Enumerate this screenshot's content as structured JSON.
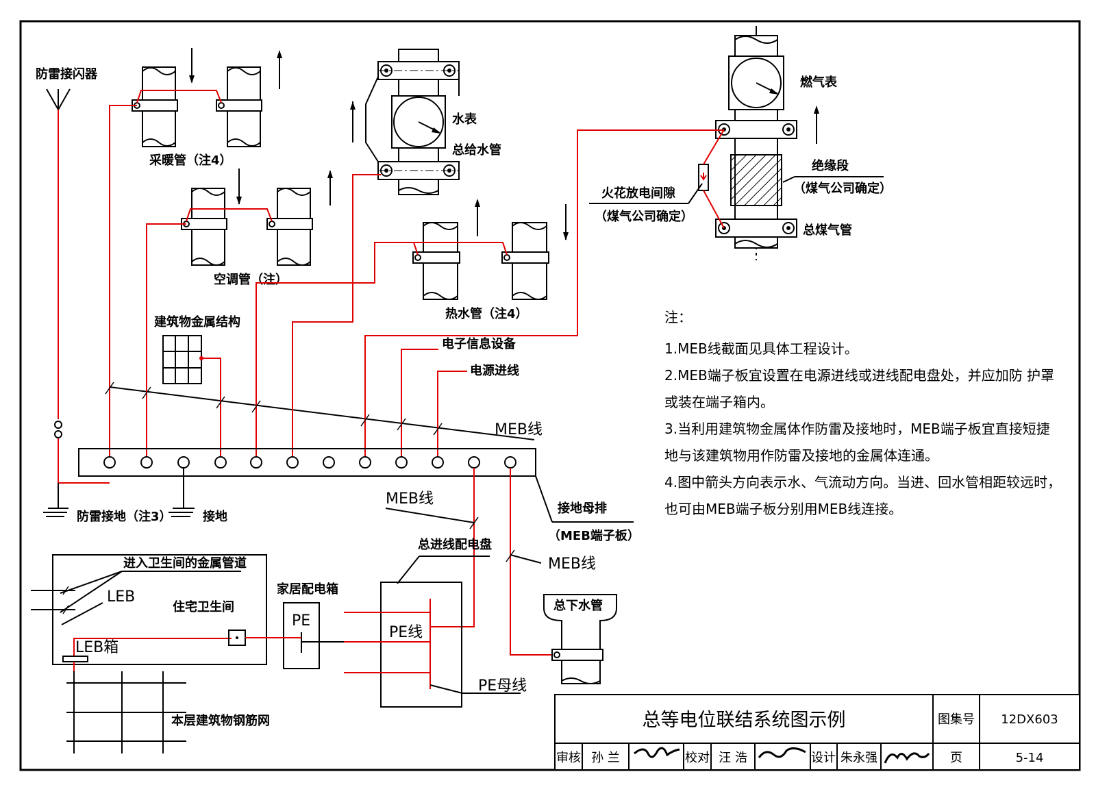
{
  "labels": {
    "lightning_rod": "防雷接闪器",
    "heating_pipe": "采暖管（注4）",
    "ac_pipe": "空调管（注）",
    "water_meter": "水表",
    "main_water_pipe": "总给水管",
    "gas_meter": "燃气表",
    "insulation_section": "绝缘段",
    "insulation_section_note": "（煤气公司确定）",
    "spark_gap": "火花放电间隙",
    "spark_gap_note": "（煤气公司确定）",
    "main_gas_pipe": "总煤气管",
    "hot_water_pipe": "热水管（注4）",
    "building_metal": "建筑物金属结构",
    "electronic_equipment": "电子信息设备",
    "power_incoming": "电源进线",
    "meb_line_1": "MEB线",
    "meb_line_2": "MEB线",
    "meb_line_3": "MEB线",
    "lightning_ground": "防雷接地（注3）",
    "ground": "接地",
    "ground_bus": "接地母排",
    "meb_terminal": "（MEB端子板）",
    "bathroom_metal_pipes": "进入卫生间的金属管道",
    "leb": "LEB",
    "residential_bathroom": "住宅卫生间",
    "leb_box": "LEB箱",
    "rebar_mesh": "本层建筑物钢筋网",
    "home_distribution_box": "家居配电箱",
    "pe": "PE",
    "main_distribution_panel": "总进线配电盘",
    "pe_line": "PE线",
    "pe_busbar": "PE母线",
    "main_drain_pipe": "总下水管"
  },
  "notes": {
    "heading": "注：",
    "lines": [
      "1.MEB线截面见具体工程设计。",
      "2.MEB端子板宜设置在电源进线或进线配电盘处，并应加防  护罩",
      "   或装在端子箱内。",
      "3.当利用建筑物金属体作防雷及接地时，MEB端子板宜直接短捷",
      "   地与该建筑物用作防雷及接地的金属体连通。",
      "4.图中箭头方向表示水、气流动方向。当进、回水管相距较远时，",
      "   也可由MEB端子板分别用MEB线连接。"
    ]
  },
  "title_block": {
    "title": "总等电位联结系统图示例",
    "atlas_label": "图集号",
    "atlas_no": "12DX603",
    "review_label": "审核",
    "reviewer": "孙  兰",
    "check_label": "校对",
    "checker": "汪  浩",
    "design_label": "设计",
    "designer": "朱永强",
    "page_label": "页",
    "page_no": "5-14"
  },
  "colors": {
    "bonding_line": "#e00000",
    "line": "#000000"
  }
}
